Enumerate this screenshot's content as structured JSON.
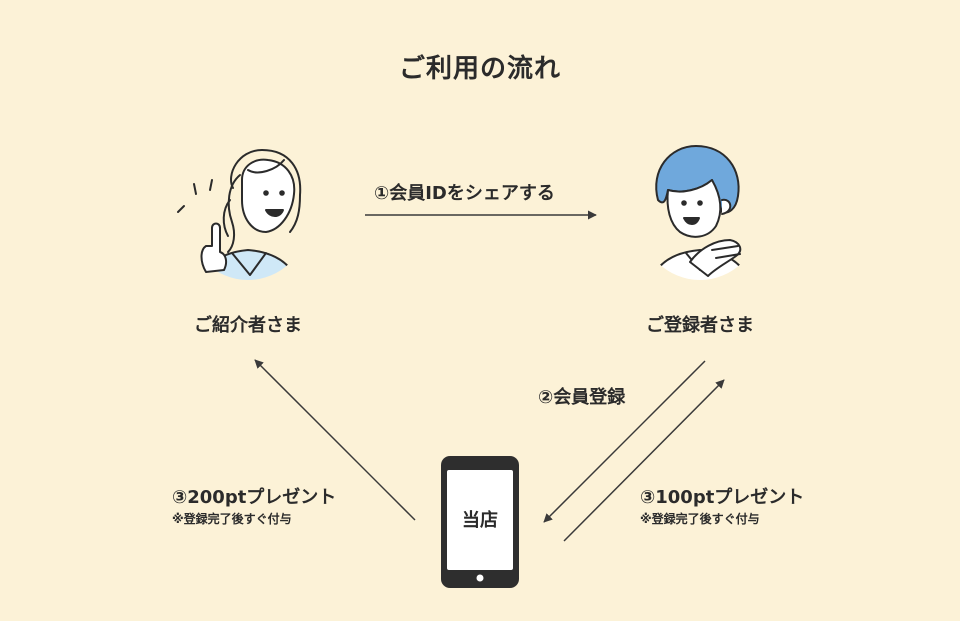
{
  "title": "ご利用の流れ",
  "referrer": {
    "label": "ご紹介者さま"
  },
  "registrant": {
    "label": "ご登録者さま"
  },
  "store": {
    "label": "当店"
  },
  "steps": {
    "share": "①会員IDをシェアする",
    "register": "②会員登録",
    "reward_referrer": {
      "label": "③200ptプレゼント",
      "note": "※登録完了後すぐ付与"
    },
    "reward_registrant": {
      "label": "③100ptプレゼント",
      "note": "※登録完了後すぐ付与"
    }
  },
  "colors": {
    "background": "#fcf2d7",
    "ink": "#2b2b2b",
    "referrer_shirt": "#cfe8f7",
    "registrant_hair": "#6fa8dc"
  },
  "icons": [
    "smartphone-icon",
    "referrer-person-illustration",
    "registrant-person-illustration"
  ]
}
